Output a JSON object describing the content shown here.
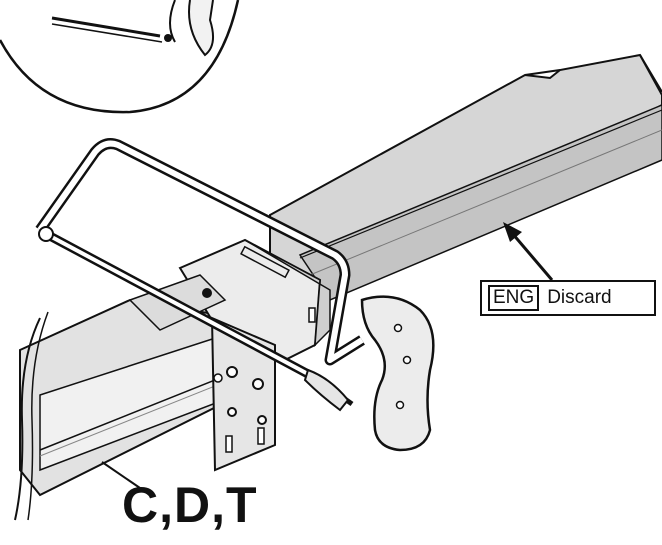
{
  "callout": {
    "tag": "ENG",
    "text": "Discard"
  },
  "parts_label": "C,D,T",
  "colors": {
    "stroke": "#111111",
    "rail_fill": "#d6d6d6",
    "rail_shadow": "#a8a8a8",
    "bracket_fill": "#e6e6e6",
    "background": "#ffffff"
  }
}
